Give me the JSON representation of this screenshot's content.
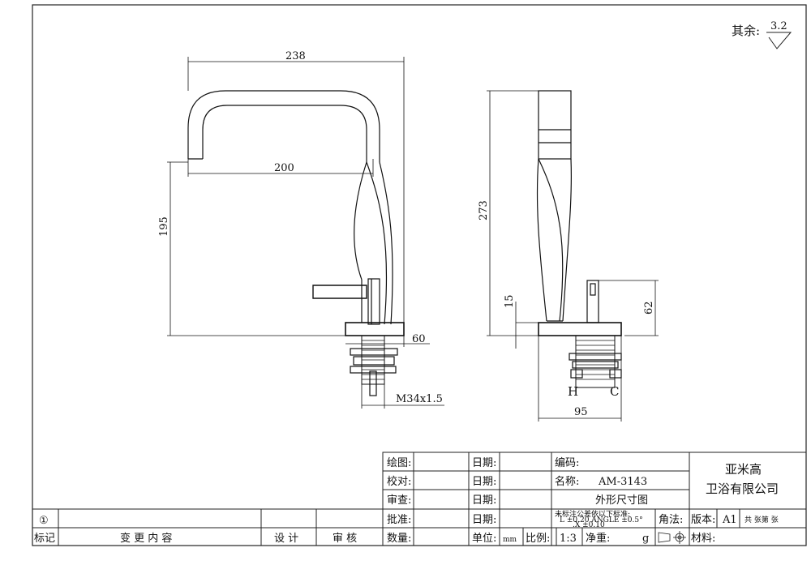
{
  "roughness": {
    "label": "其余:",
    "value": "3.2"
  },
  "front_view": {
    "width_238": "238",
    "reach_200": "200",
    "height_195": "195",
    "base_60": "60",
    "thread": "M34x1.5"
  },
  "side_view": {
    "height_273": "273",
    "height_15": "15",
    "height_62": "62",
    "hot": "H",
    "cold": "C",
    "base_95": "95"
  },
  "title_block": {
    "drawing_label": "绘图:",
    "check_label": "校对:",
    "review_label": "审查:",
    "approve_label": "批准:",
    "qty_label": "数量:",
    "date_label": "日期:",
    "date_label_2": "日期:",
    "date_label_3": "日期:",
    "date_label_4": "日期:",
    "code_label": "编码:",
    "name_label": "名称:",
    "part_no": "AM-3143",
    "part_name": "外形尺寸图",
    "company_line1": "亚米高",
    "company_line2": "卫浴有限公司",
    "tolerance_title": "未标注公差依以下标准:",
    "tolerance_l1": "L  ±0.20  ANGLE ±0.5°",
    "tolerance_l2": ".X  ±0.10",
    "unit_label": "单位:",
    "unit_value": "mm",
    "scale_label": "比例:",
    "scale_value": "1:3",
    "weight_label": "净重:",
    "weight_unit": "g",
    "projection_label": "角法:",
    "material_label": "材料:",
    "version_label": "版本:",
    "version_value": "A1",
    "sheets_text": "共  张第  张",
    "rev_mark": "①",
    "rev_label": "标记",
    "rev_content": "变 更 内 容",
    "rev_design": "设 计",
    "rev_review": "审 核"
  }
}
